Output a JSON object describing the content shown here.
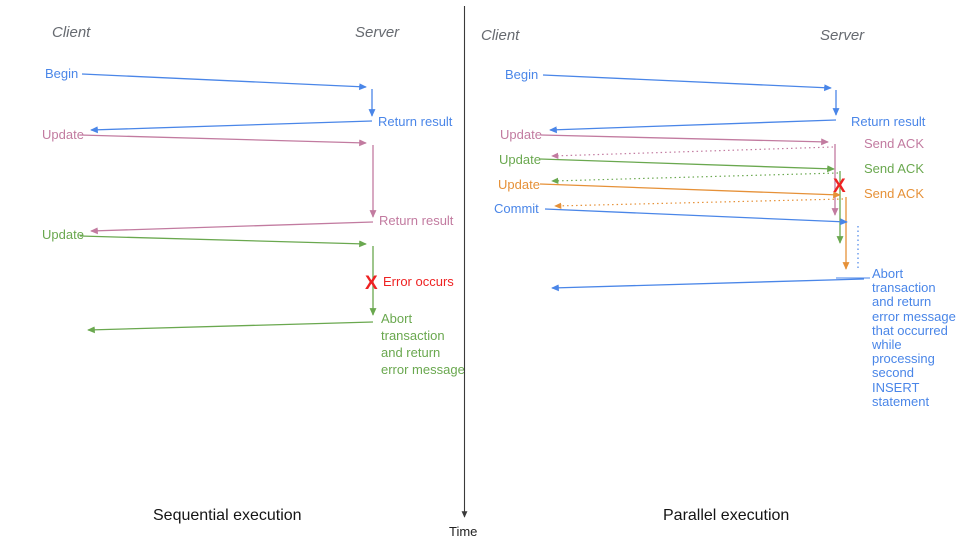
{
  "colors": {
    "blue": "#4a86e8",
    "pink": "#c27ba0",
    "green": "#6aa84f",
    "orange": "#e69138",
    "red": "#ee2222",
    "heading_gray": "#666a70",
    "axis_dark": "#3a3a3a"
  },
  "left": {
    "caption": "Sequential execution",
    "heading_client": "Client",
    "heading_server": "Server",
    "begin": "Begin",
    "return_result1": "Return result",
    "update1": "Update",
    "return_result2": "Return result",
    "update2": "Update",
    "error_x": "X",
    "error_label": "Error occurs",
    "abort": [
      "Abort",
      "transaction",
      "and return",
      "error message"
    ]
  },
  "right": {
    "caption": "Parallel execution",
    "heading_client": "Client",
    "heading_server": "Server",
    "begin": "Begin",
    "return_result": "Return result",
    "update1": "Update",
    "ack1": "Send ACK",
    "update2": "Update",
    "ack2": "Send ACK",
    "update3": "Update",
    "ack3": "Send ACK",
    "commit": "Commit",
    "error_x": "X",
    "abort": [
      "Abort",
      "transaction",
      "and return",
      "error message",
      "that occurred",
      "while",
      "processing",
      "second",
      "INSERT",
      "statement"
    ]
  },
  "time_axis": {
    "label": "Time"
  }
}
